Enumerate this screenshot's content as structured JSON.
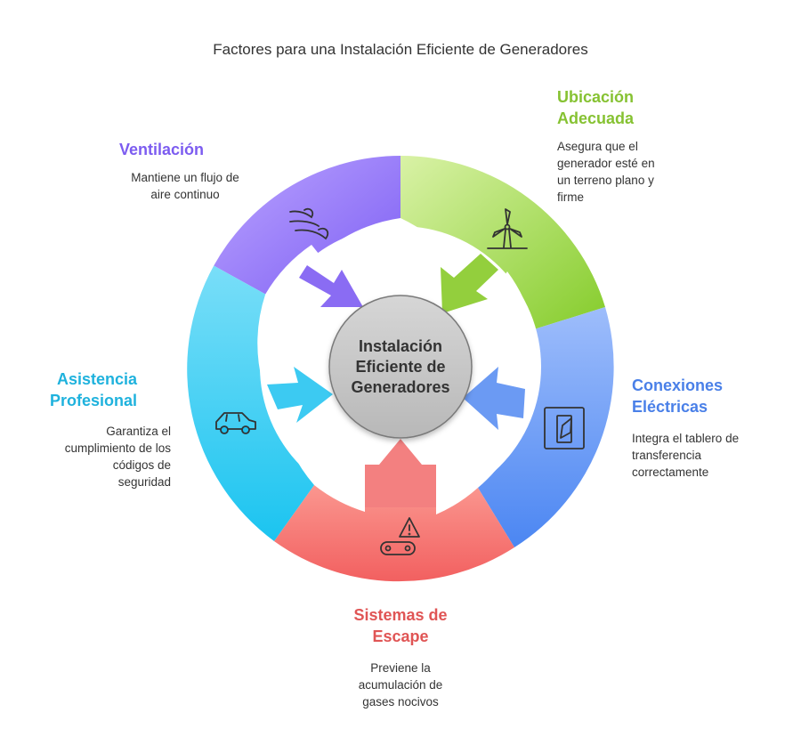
{
  "title": "Factores para una Instalación Eficiente de Generadores",
  "hub": {
    "line1": "Instalación",
    "line2": "Eficiente de",
    "line3": "Generadores"
  },
  "factors": [
    {
      "id": "ventilacion",
      "title": "Ventilación",
      "desc": [
        "Mantiene un flujo de",
        "aire continuo"
      ],
      "color": "#7c5cf0",
      "icon": "wind-icon"
    },
    {
      "id": "ubicacion",
      "title": [
        "Ubicación",
        "Adecuada"
      ],
      "desc": [
        "Asegura que el",
        "generador esté en",
        "un terreno plano y",
        "firme"
      ],
      "color": "#86c232",
      "icon": "wind-turbine-icon"
    },
    {
      "id": "conexiones",
      "title": [
        "Conexiones",
        "Eléctricas"
      ],
      "desc": [
        "Integra el tablero de",
        "transferencia",
        "correctamente"
      ],
      "color": "#4a80e8",
      "icon": "transfer-switch-icon"
    },
    {
      "id": "escape",
      "title": [
        "Sistemas de",
        "Escape"
      ],
      "desc": [
        "Previene la",
        "acumulación de",
        "gases nocivos"
      ],
      "color": "#e05555",
      "icon": "warning-exhaust-icon"
    },
    {
      "id": "asistencia",
      "title": [
        "Asistencia",
        "Profesional"
      ],
      "desc": [
        "Garantiza el",
        "cumplimiento de los",
        "códigos de",
        "seguridad"
      ],
      "color": "#1fb2dd",
      "icon": "car-icon"
    }
  ]
}
